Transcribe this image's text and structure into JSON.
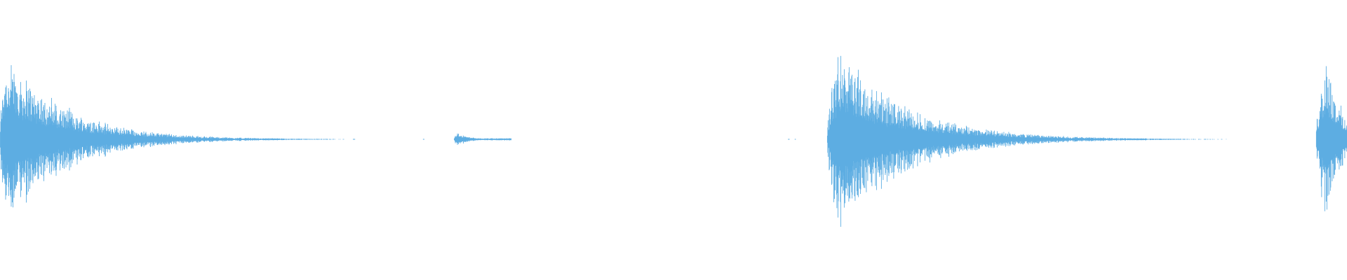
{
  "waveform": {
    "color": "#5dade2",
    "background": "#ffffff",
    "bursts": [
      {
        "name": "burst-1",
        "start": 0.0,
        "peak": 0.004,
        "decay": 0.08,
        "amplitude": 0.98
      },
      {
        "name": "burst-2",
        "start": 0.337,
        "peak": 0.339,
        "decay": 0.016,
        "amplitude": 0.08
      },
      {
        "name": "burst-3",
        "start": 0.614,
        "peak": 0.623,
        "decay": 0.09,
        "amplitude": 1.0
      },
      {
        "name": "burst-4",
        "start": 0.977,
        "peak": 0.985,
        "decay": 0.02,
        "amplitude": 0.94
      }
    ],
    "specks": [
      0.262,
      0.314,
      0.359,
      0.376,
      0.585,
      0.59,
      0.702,
      0.714,
      0.725
    ]
  }
}
